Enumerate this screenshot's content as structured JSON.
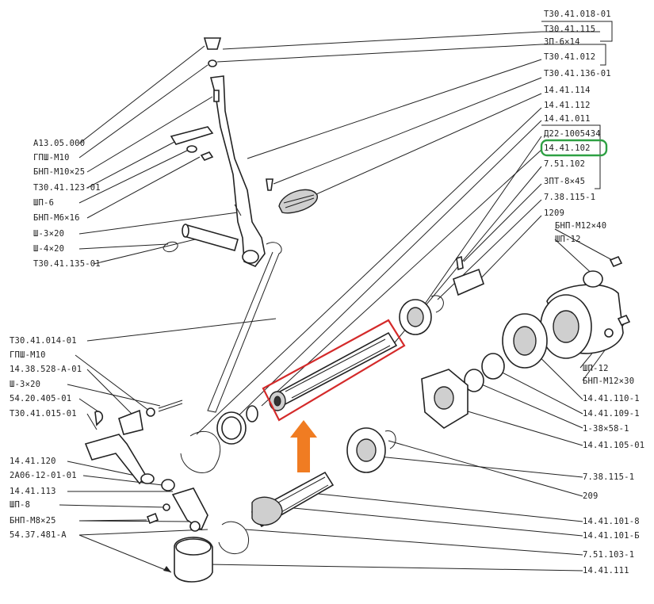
{
  "diagram": {
    "colors": {
      "highlight_red": "#d42a2a",
      "highlight_green": "#2ea043",
      "arrow_orange": "#f07c22"
    },
    "labels_right": [
      "ТЗ0.41.018-01",
      "ТЗ0.41.115",
      "ЗП-6×14",
      "ТЗ0.41.012",
      "ТЗ0.41.136-01",
      "14.41.114",
      "14.41.112",
      "14.41.011",
      "Д22-1005434",
      "14.41.102",
      "7.51.102",
      "ЗПТ-8×45",
      "7.38.115-1",
      "1209",
      "БНП-М12×40",
      "ШП-12",
      "ШП-12",
      "БНП-М12×30",
      "14.41.110-1",
      "14.41.109-1",
      "1-38×58-1",
      "14.41.105-01",
      "7.38.115-1",
      "209",
      "14.41.101-8",
      "14.41.101-Б",
      "7.51.103-1",
      "14.41.111"
    ],
    "labels_left": [
      "А13.05.000",
      "ГПШ-М10",
      "БНП-М10×25",
      "ТЗ0.41.123-01",
      "ШП-6",
      "БНП-М6×16",
      "Ш-3×20",
      "Ш-4×20",
      "ТЗ0.41.135-01",
      "ТЗ0.41.014-01",
      "ГПШ-М10",
      "14.38.528-А-01",
      "Ш-3×20",
      "54.20.405-01",
      "ТЗ0.41.015-01",
      "14.41.120",
      "2А06-12-01-01",
      "14.41.113",
      "ШП-8",
      "БНП-М8×25",
      "54.37.481-А"
    ]
  }
}
